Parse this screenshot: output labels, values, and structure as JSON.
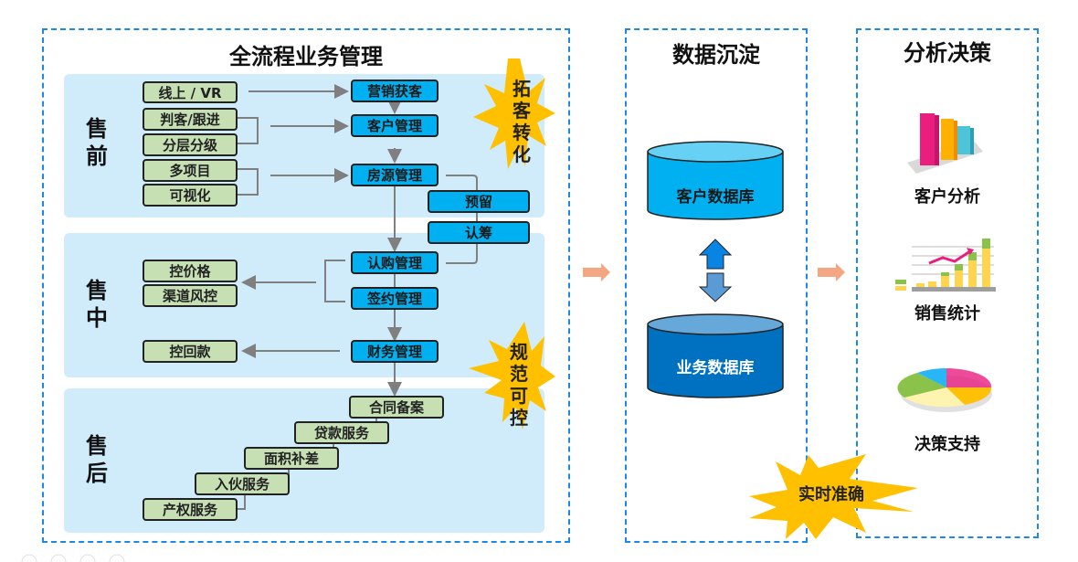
{
  "panels": {
    "process": {
      "title": "全流程业务管理"
    },
    "data": {
      "title": "数据沉淀"
    },
    "analysis": {
      "title": "分析决策"
    }
  },
  "stages": {
    "presale": {
      "label": "售前",
      "inputs": [
        "线上 / VR",
        "判客/跟进",
        "分层分级",
        "多项目",
        "可视化"
      ],
      "modules": [
        "营销获客",
        "客户管理",
        "房源管理"
      ],
      "side_modules": [
        "预留",
        "认筹"
      ]
    },
    "insale": {
      "label": "售中",
      "outputs": [
        "控价格",
        "渠道风控",
        "控回款"
      ],
      "modules": [
        "认购管理",
        "签约管理",
        "财务管理"
      ]
    },
    "aftersale": {
      "label": "售后",
      "steps": [
        "合同备案",
        "贷款服务",
        "面积补差",
        "入伙服务",
        "产权服务"
      ]
    }
  },
  "highlights": {
    "conversion": "拓客转化",
    "compliance": "规范可控",
    "realtime": "实时准确"
  },
  "databases": {
    "customer": "客户数据库",
    "business": "业务数据库"
  },
  "analysis_items": [
    {
      "label": "客户分析",
      "icon": "bar-chart-3d-icon"
    },
    {
      "label": "销售统计",
      "icon": "growth-chart-icon"
    },
    {
      "label": "决策支持",
      "icon": "pie-chart-3d-icon"
    }
  ],
  "colors": {
    "panel_border": "#1e88e5",
    "band_bg": "#d0ecfb",
    "input_box": "#c6e0b4",
    "module_box": "#00b0f0",
    "star": "#ffc000",
    "flow_arrow": "#f4a582",
    "db_customer": "#00b0f0",
    "db_business": "#0070c0"
  }
}
